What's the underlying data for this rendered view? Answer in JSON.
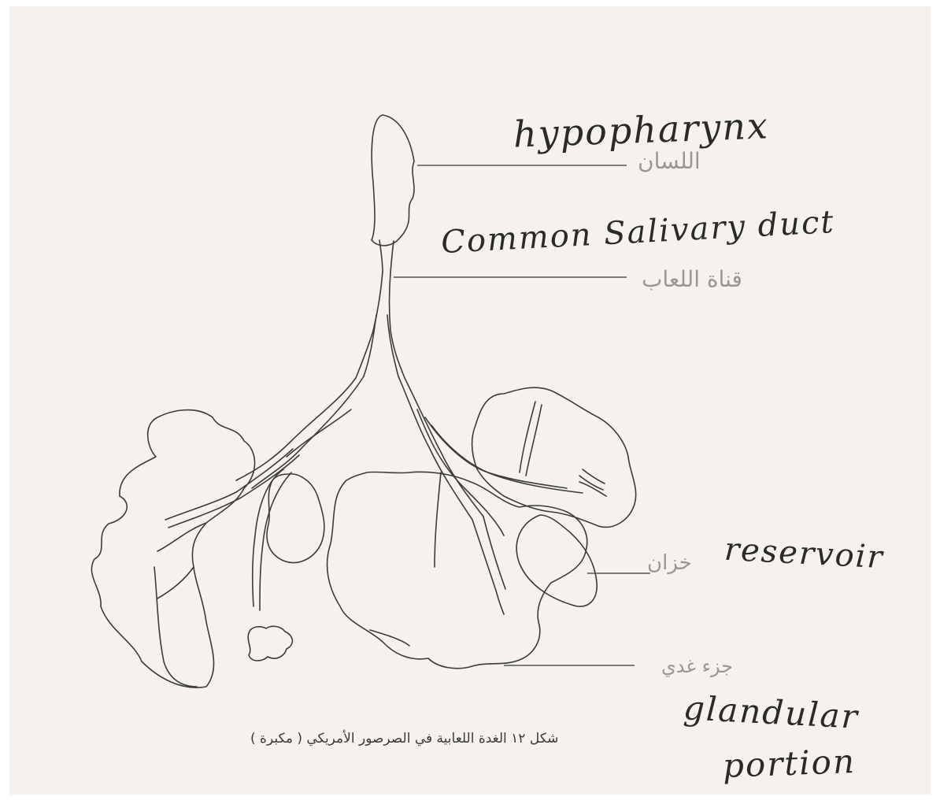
{
  "labels": {
    "hypopharynx": "hypopharynx",
    "hypopharynx_ar": "اللسان",
    "common_salivary_duct": "Common Salivary duct",
    "common_salivary_duct_ar": "قناة اللعاب",
    "reservoir": "reservoir",
    "reservoir_ar": "خزان",
    "glandular_ar": "جزء غدي",
    "glandular_line1": "glandular",
    "glandular_line2": "portion"
  },
  "caption": "شكل ١٢ الغدة اللعابية في الصرصور الأمريكي ( مكبرة )"
}
